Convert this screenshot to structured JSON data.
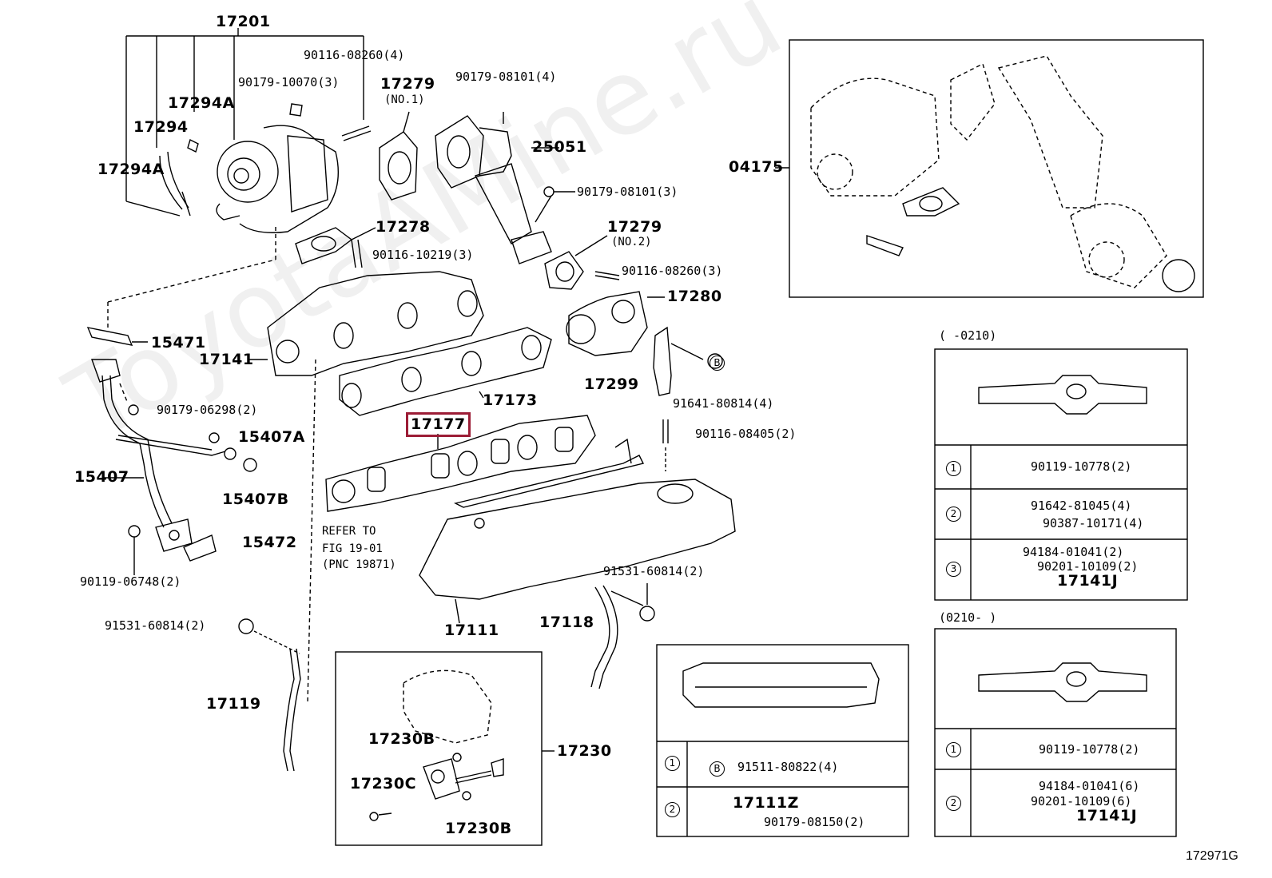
{
  "diagram_id": "172971G",
  "watermark": "ToyotaAMine.ru",
  "highlighted_part": "17177",
  "labels": {
    "p17201": "17201",
    "p90116_08260_4": "90116-08260(4)",
    "p90179_10070_3": "90179-10070(3)",
    "p17279a": "17279",
    "p17279a_note": "(NO.1)",
    "p90179_08101_4": "90179-08101(4)",
    "p17294A_top": "17294A",
    "p17294": "17294",
    "p17294A": "17294A",
    "p25051": "25051",
    "p90179_08101_3": "90179-08101(3)",
    "p04175": "04175",
    "p17278": "17278",
    "p17279b": "17279",
    "p17279b_note": "(NO.2)",
    "p90116_10219_3": "90116-10219(3)",
    "p90116_08260_3": "90116-08260(3)",
    "p17280": "17280",
    "p15471": "15471",
    "p17141": "17141",
    "p17299": "17299",
    "p91641_80814_4": "91641-80814(4)",
    "p17173": "17173",
    "p90179_06298_2": "90179-06298(2)",
    "p17177": "17177",
    "p90116_08405_2": "90116-08405(2)",
    "p15407A": "15407A",
    "p15407": "15407",
    "p15407B": "15407B",
    "refer1": "REFER TO",
    "refer2": "FIG 19-01",
    "refer3": "(PNC 19871)",
    "p15472": "15472",
    "p91531_60814_2a": "91531-60814(2)",
    "p90119_06748_2": "90119-06748(2)",
    "p17111": "17111",
    "p17118": "17118",
    "p91531_60814_2b": "91531-60814(2)",
    "p17119": "17119",
    "p17230B_a": "17230B",
    "p17230": "17230",
    "p17230C": "17230C",
    "p17230B_b": "17230B",
    "circle_b": "B"
  },
  "table_upper": {
    "period": "(      -0210)",
    "rows": [
      {
        "key": "1",
        "items": [
          "90119-10778(2)"
        ]
      },
      {
        "key": "2",
        "items": [
          "91642-81045(4)",
          "90387-10171(4)"
        ]
      },
      {
        "key": "3",
        "items": [
          "94184-01041(2)",
          "90201-10109(2)",
          "17141J"
        ]
      }
    ]
  },
  "table_lower": {
    "period": "(0210-      )",
    "rows": [
      {
        "key": "1",
        "items": [
          "90119-10778(2)"
        ]
      },
      {
        "key": "2",
        "items": [
          "94184-01041(6)",
          "90201-10109(6)",
          "17141J"
        ]
      }
    ]
  },
  "table_middle": {
    "rows": [
      {
        "key": "1",
        "items": [
          "91511-80822(4)"
        ]
      },
      {
        "key": "2",
        "items": [
          "17111Z",
          "90179-08150(2)"
        ]
      }
    ]
  }
}
